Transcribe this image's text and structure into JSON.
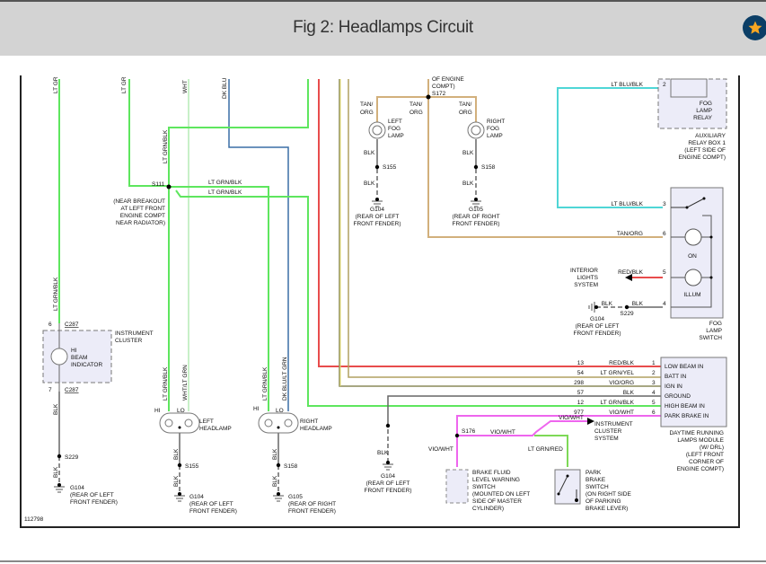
{
  "header": {
    "title": "Fig 2: Headlamps Circuit",
    "bookmark_icon": "star-icon"
  },
  "figure_number": "112798",
  "wire_labels": {
    "ltgrn_top_1": "LT GR",
    "ltgrn_top_2": "LT GR",
    "wht_top": "WHT",
    "dkblu_top": "DK BLU",
    "ltgrn_blk_vert": "LT GRN/BLK",
    "ltgrn_blk_h1": "LT GRN/BLK",
    "ltgrn_blk_h2": "LT GRN/BLK",
    "ltgrn_blk_cluster": "LT GRN/BLK",
    "left_hl_hi": "LT GRN/BLK",
    "left_hl_lo": "WHT/LT GRN",
    "right_hl_hi": "LT GRN/BLK",
    "right_hl_lo": "DK BLU/LT GRN",
    "blk": "BLK",
    "tan_org_1": "TAN/",
    "tan_org_2": "ORG",
    "tan_org": "TAN/ORG",
    "lt_blu_blk": "LT BLU/BLK",
    "red_blk": "RED/BLK",
    "lt_grn_yel": "LT GRN/YEL",
    "vio_org": "VIO/ORG",
    "vio_wht": "VIO/WHT",
    "lt_grn_red": "LT GRN/RED"
  },
  "splices": {
    "s111": "S111",
    "s111_note": [
      "(NEAR BREAKOUT",
      "AT LEFT FRONT",
      "ENGINE COMPT",
      "NEAR RADIATOR)"
    ],
    "s172": "S172",
    "s172_note": [
      "OF ENGINE",
      "COMPT)"
    ],
    "s155": "S155",
    "s158": "S158",
    "s229": "S229",
    "s176": "S176"
  },
  "grounds": {
    "g104": "G104",
    "g105": "G105",
    "rear_left": [
      "(REAR OF LEFT",
      "FRONT FENDER)"
    ],
    "rear_right": [
      "(REAR OF RIGHT",
      "FRONT FENDER)"
    ]
  },
  "components": {
    "left_fog_lamp": [
      "LEFT",
      "FOG",
      "LAMP"
    ],
    "right_fog_lamp": [
      "RIGHT",
      "FOG",
      "LAMP"
    ],
    "fog_lamp_relay": [
      "FOG",
      "LAMP",
      "RELAY"
    ],
    "aux_relay_box": [
      "AUXILIARY",
      "RELAY BOX 1",
      "(LEFT SIDE OF",
      "ENGINE COMPT)"
    ],
    "fog_lamp_switch": [
      "FOG",
      "LAMP",
      "SWITCH"
    ],
    "switch_on": "ON",
    "switch_illum": "ILLUM",
    "interior_lights": [
      "INTERIOR",
      "LIGHTS",
      "SYSTEM"
    ],
    "instrument_cluster": [
      "INSTRUMENT",
      "CLUSTER"
    ],
    "instrument_cluster_system": [
      "INSTRUMENT",
      "CLUSTER",
      "SYSTEM"
    ],
    "hi_beam_indicator": [
      "HI",
      "BEAM",
      "INDICATOR"
    ],
    "connector_c287": "C287",
    "left_headlamp": [
      "LEFT",
      "HEADLAMP"
    ],
    "right_headlamp": [
      "RIGHT",
      "HEADLAMP"
    ],
    "hi": "HI",
    "lo": "LO",
    "drl_module": [
      "DAYTIME RUNNING",
      "LAMPS MODULE",
      "(W/ DRL)",
      "(LEFT FRONT",
      "CORNER OF",
      "ENGINE COMPT)"
    ],
    "drl_pins": [
      {
        "circuit": "13",
        "wire": "RED/BLK",
        "pin": "1",
        "name": "LOW BEAM IN"
      },
      {
        "circuit": "54",
        "wire": "LT GRN/YEL",
        "pin": "2",
        "name": "BATT IN"
      },
      {
        "circuit": "298",
        "wire": "VIO/ORG",
        "pin": "3",
        "name": "IGN IN"
      },
      {
        "circuit": "57",
        "wire": "BLK",
        "pin": "4",
        "name": "GROUND"
      },
      {
        "circuit": "12",
        "wire": "LT GRN/BLK",
        "pin": "5",
        "name": "HIGH BEAM IN"
      },
      {
        "circuit": "977",
        "wire": "VIO/WHT",
        "pin": "6",
        "name": "PARK BRAKE IN"
      }
    ],
    "brake_fluid_switch": [
      "BRAKE FLUID",
      "LEVEL WARNING",
      "SWITCH",
      "(MOUNTED ON LEFT",
      "SIDE OF MASTER",
      "CYLINDER)"
    ],
    "park_brake_switch": [
      "PARK",
      "BRAKE",
      "SWITCH",
      "(ON RIGHT SIDE",
      "OF PARKING",
      "BRAKE LEVER)"
    ]
  },
  "pins": {
    "p2": "2",
    "p3": "3",
    "p6": "6",
    "p5": "5",
    "p4": "4",
    "c6": "6",
    "c7": "7"
  },
  "colors": {
    "ltgrn": "#5ee65e",
    "wht": "#c8f0c8",
    "dkblu": "#3a6ea5",
    "red": "#e84c4c",
    "yel": "#d8d070",
    "vio_org": "#b0a060",
    "blk": "#555555",
    "tan": "#d2b07c",
    "ltblu": "#4fd6d6",
    "vio": "#ee66ee",
    "box": "#ececf8"
  }
}
